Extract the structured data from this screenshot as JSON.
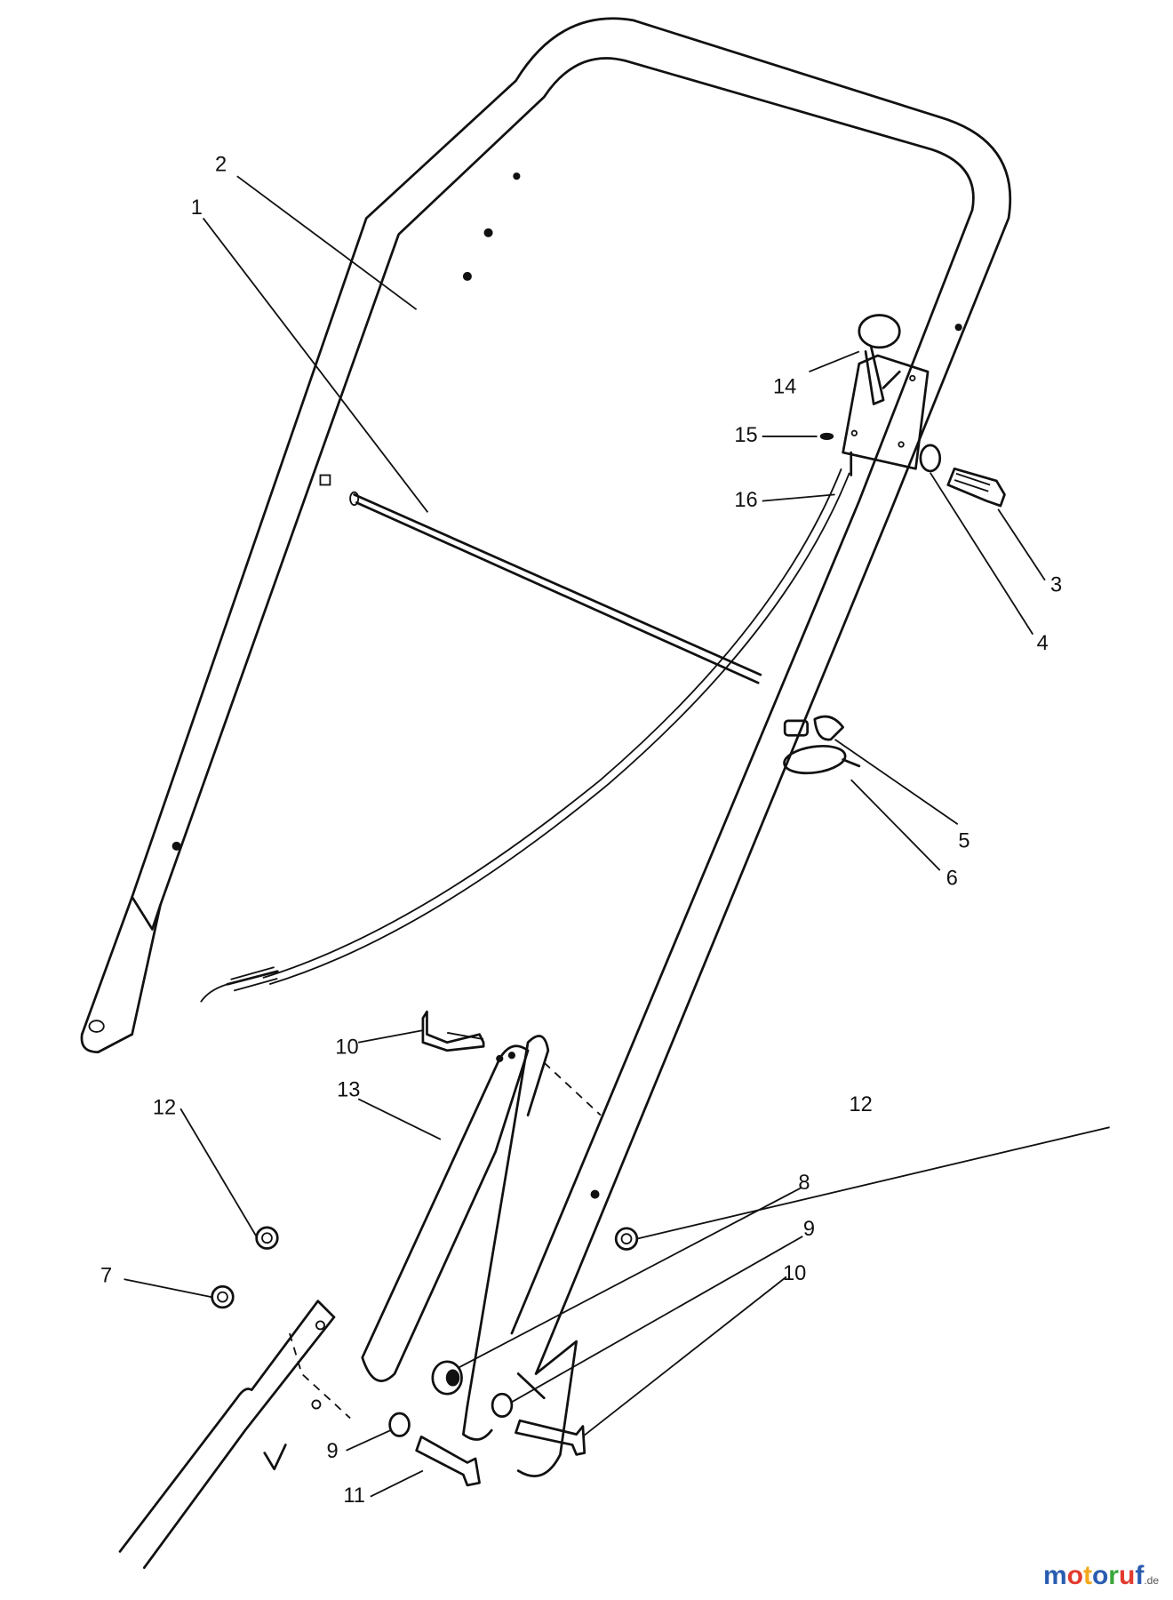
{
  "diagram": {
    "callouts": [
      {
        "id": "c1",
        "text": "1"
      },
      {
        "id": "c2",
        "text": "2"
      },
      {
        "id": "c3",
        "text": "3"
      },
      {
        "id": "c4",
        "text": "4"
      },
      {
        "id": "c5",
        "text": "5"
      },
      {
        "id": "c6",
        "text": "6"
      },
      {
        "id": "c7",
        "text": "7"
      },
      {
        "id": "c8",
        "text": "8"
      },
      {
        "id": "c9a",
        "text": "9"
      },
      {
        "id": "c9b",
        "text": "9"
      },
      {
        "id": "c10a",
        "text": "10"
      },
      {
        "id": "c10b",
        "text": "10"
      },
      {
        "id": "c11",
        "text": "11"
      },
      {
        "id": "c12a",
        "text": "12"
      },
      {
        "id": "c12b",
        "text": "12"
      },
      {
        "id": "c13",
        "text": "13"
      },
      {
        "id": "c14",
        "text": "14"
      },
      {
        "id": "c15",
        "text": "15"
      },
      {
        "id": "c16",
        "text": "16"
      }
    ]
  },
  "watermark": {
    "letters": [
      "m",
      "o",
      "t",
      "o",
      "r",
      "u",
      "f"
    ],
    "suffix": ".de",
    "colors": [
      "#2a5db0",
      "#e23b2e",
      "#f4a81d",
      "#2a5db0",
      "#3aa63a",
      "#e23b2e",
      "#2a5db0"
    ]
  }
}
